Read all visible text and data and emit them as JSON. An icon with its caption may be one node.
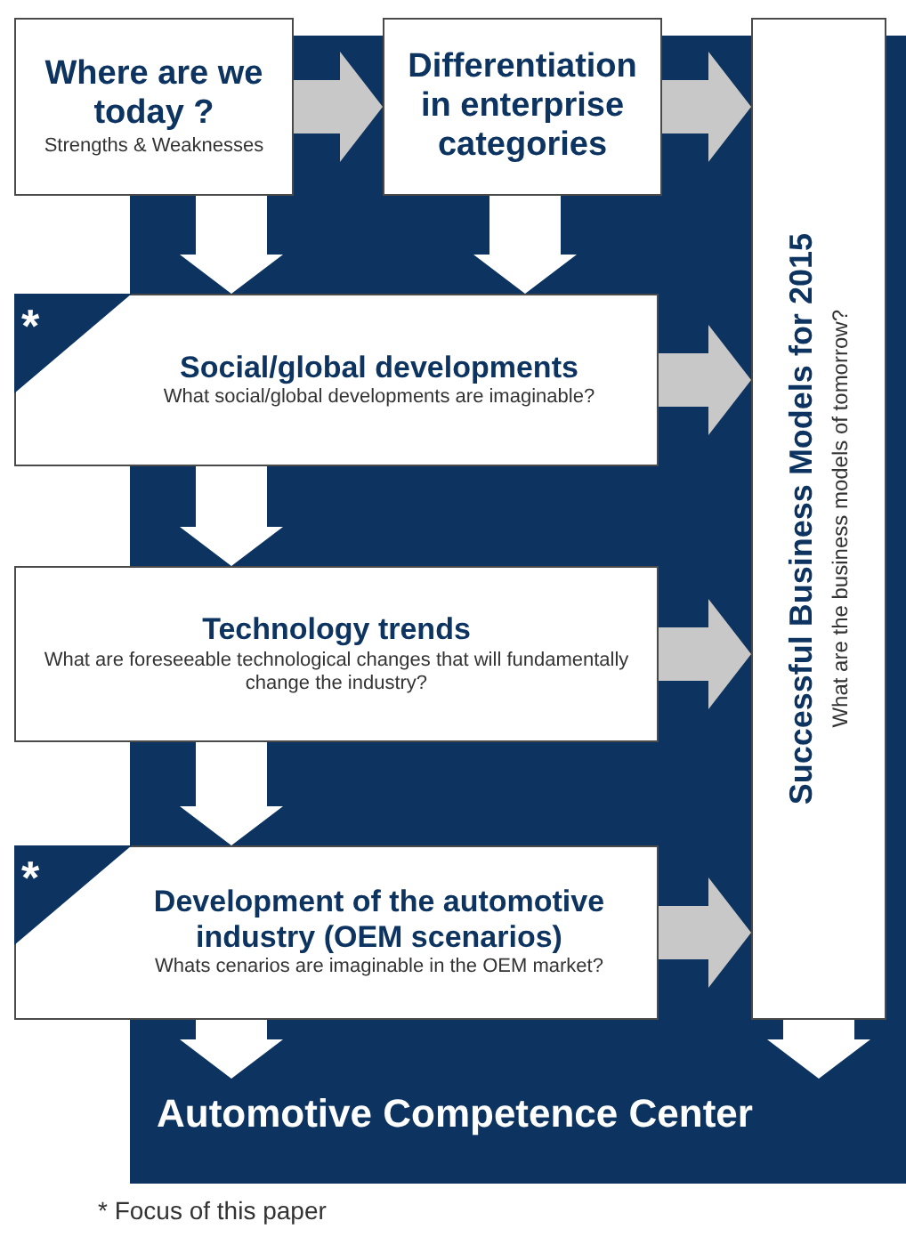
{
  "diagram": {
    "nodes": [
      {
        "text": [
          "Where are we today ?",
          "Strengths & Weaknesses"
        ]
      },
      {
        "text": [
          "Differentiation in enterprise categories"
        ]
      },
      {
        "text": [
          "Successful Business Models for 2015",
          "What are the business models of tomorrow?"
        ]
      },
      {
        "text": [
          "Social/global developments",
          "What social/global developments are imaginable?"
        ]
      },
      {
        "text": [
          "Technology trends",
          "What are foreseeable technological changes that will fundamentally change the industry?"
        ]
      },
      {
        "text": [
          "Development of the automotive industry (OEM scenarios)",
          "Whats cenarios are imaginable in the OEM market?"
        ]
      },
      {
        "text": [
          "Automotive Competence Center"
        ]
      }
    ],
    "edges": [
      {
        "from": 0,
        "to": 1,
        "arrow": "to",
        "color": "#c8c8c8"
      },
      {
        "from": 1,
        "to": 2,
        "arrow": "to",
        "color": "#c8c8c8"
      },
      {
        "from": 0,
        "to": 3,
        "arrow": "to"
      },
      {
        "from": 1,
        "to": 3,
        "arrow": "to"
      },
      {
        "from": 3,
        "to": 2,
        "arrow": "to",
        "color": "#c8c8c8"
      },
      {
        "from": 3,
        "to": 4,
        "arrow": "to"
      },
      {
        "from": 4,
        "to": 2,
        "arrow": "to",
        "color": "#c8c8c8"
      },
      {
        "from": 4,
        "to": 5,
        "arrow": "to"
      },
      {
        "from": 5,
        "to": 2,
        "arrow": "to",
        "color": "#c8c8c8"
      },
      {
        "from": 5,
        "to": 6,
        "arrow": "to"
      },
      {
        "from": 2,
        "to": 6,
        "arrow": "to"
      }
    ],
    "labels": [
      "*",
      "*",
      "* Focus of this paper"
    ]
  }
}
